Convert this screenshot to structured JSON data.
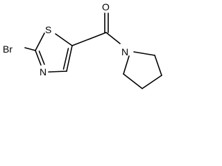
{
  "molecule": {
    "atoms": {
      "bromine": "Br",
      "sulfur": "S",
      "thiazole_nitrogen": "N",
      "carbonyl_oxygen": "O",
      "amide_nitrogen": "N"
    }
  },
  "colors": {
    "background": "#ffffff",
    "ink": "#000000"
  }
}
